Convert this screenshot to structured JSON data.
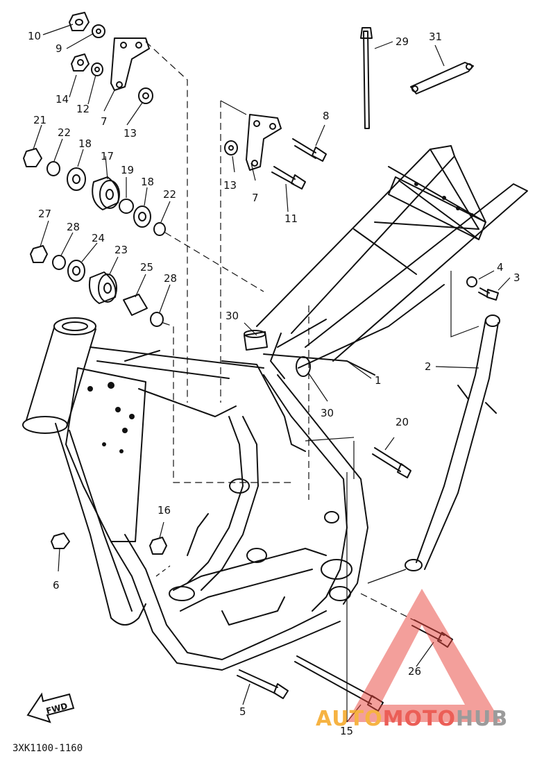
{
  "diagram": {
    "code": "3XK1100-1160",
    "fwd_label": "FWD",
    "callouts": [
      "1",
      "2",
      "3",
      "4",
      "5",
      "6",
      "7",
      "7",
      "8",
      "9",
      "10",
      "11",
      "12",
      "13",
      "13",
      "14",
      "15",
      "16",
      "17",
      "18",
      "18",
      "19",
      "20",
      "21",
      "22",
      "22",
      "23",
      "24",
      "25",
      "26",
      "27",
      "28",
      "28",
      "29",
      "30",
      "30",
      "31"
    ]
  },
  "watermark": {
    "part1": "AUTO",
    "part2": "MOTO",
    "part3": "HUB",
    "colors": {
      "auto": "#f5a623",
      "moto": "#e8433a",
      "hub": "#8a8a8a",
      "triangle": "#e8433a"
    }
  }
}
